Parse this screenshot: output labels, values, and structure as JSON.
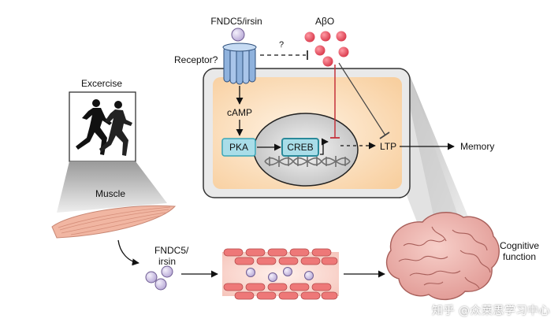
{
  "labels": {
    "fndc5_irsin_top": "FNDC5/irsin",
    "abo": "AβO",
    "question": "?",
    "receptor": "Receptor?",
    "camp": "cAMP",
    "pka": "PKA",
    "creb": "CREB",
    "ltp": "LTP",
    "memory": "Memory",
    "exercise": "Excercise",
    "muscle": "Muscle",
    "fndc5_line1": "FNDC5/",
    "fndc5_line2": "irsin",
    "cognitive_line1": "Cognitive",
    "cognitive_line2": "function"
  },
  "watermark": "知乎 @众莱思学习中心",
  "colors": {
    "irisin_fill": "#cfc3e4",
    "abo_fill": "#e8505e",
    "cell_fill": "#fbe0c4",
    "receptor_fill": "#8fb2dd",
    "box_fill": "#a9dde8",
    "box_stroke": "#3aa7b8",
    "inhibit_line": "#c4323b",
    "muscle_fill": "#f1b6a2",
    "rbc_fill": "#ee7878",
    "brain_fill": "#f0b7b2"
  },
  "icons": [
    "runners-icon",
    "receptor-icon",
    "dna-icon",
    "brain-icon",
    "blood-vessel-icon",
    "muscle-icon"
  ]
}
